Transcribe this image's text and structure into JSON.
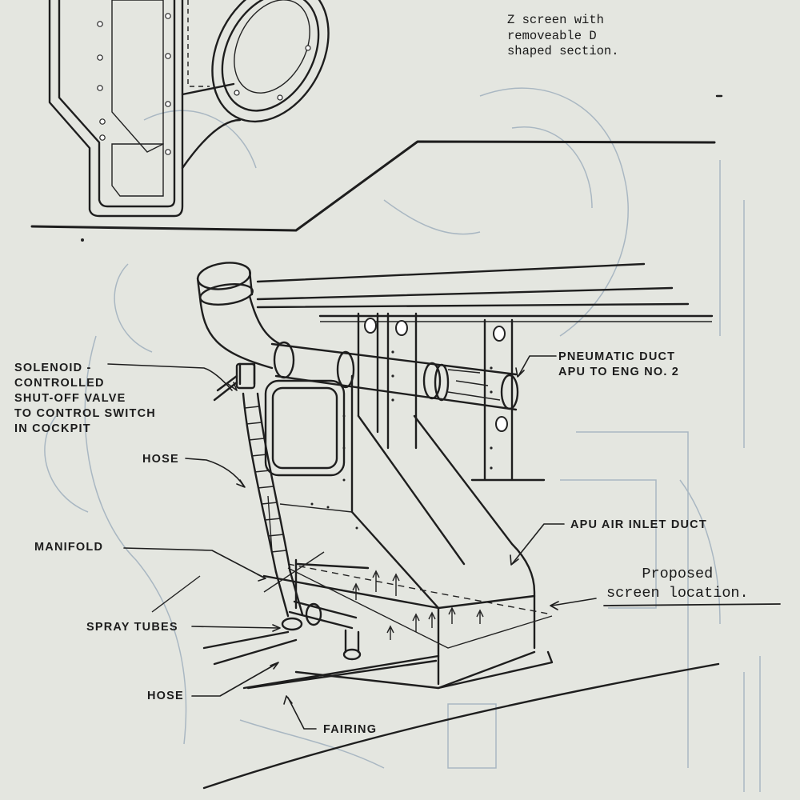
{
  "caption_top": "Z screen with\nremoveable D\nshaped section.",
  "caption_proposed": "Proposed\nscreen location.",
  "labels": {
    "solenoid": "SOLENOID -\nCONTROLLED\nSHUT-OFF VALVE\nTO CONTROL SWITCH\nIN COCKPIT",
    "hose_upper": "HOSE",
    "manifold": "MANIFOLD",
    "spray_tubes": "SPRAY TUBES",
    "hose_lower": "HOSE",
    "fairing": "FAIRING",
    "pneumatic_duct": "PNEUMATIC DUCT\nAPU TO ENG NO. 2",
    "apu_air_inlet": "APU AIR INLET DUCT"
  },
  "colors": {
    "paper": "#e4e6e0",
    "ink": "#1e1e1e",
    "ghost": "#a9b7c2"
  }
}
